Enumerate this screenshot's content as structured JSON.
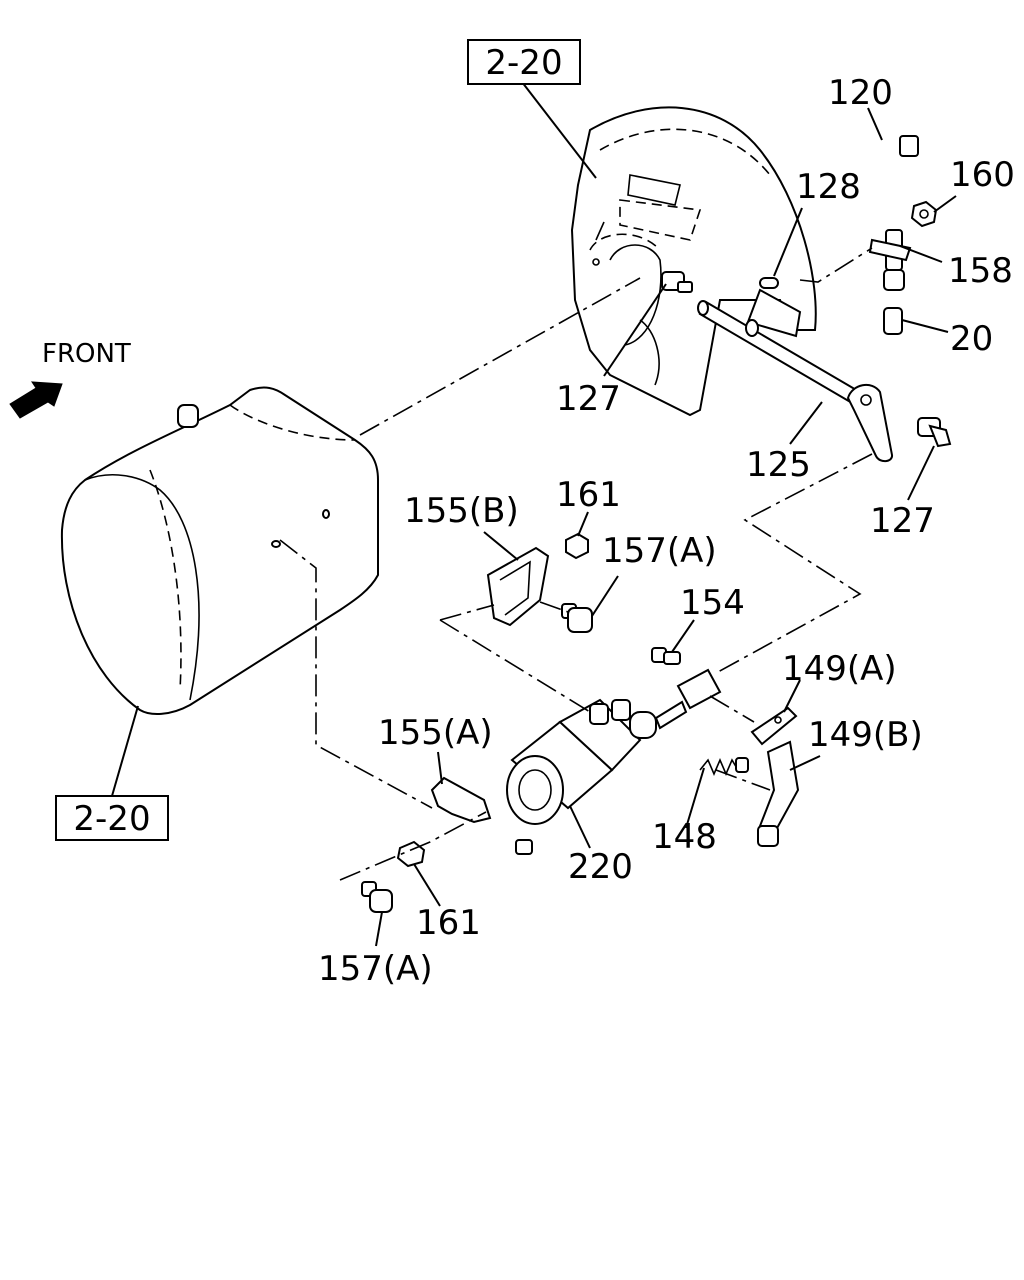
{
  "front_label": "FRONT",
  "ref_boxes": {
    "top": "2-20",
    "bottom": "2-20"
  },
  "callouts": {
    "c120": "120",
    "c160": "160",
    "c128": "128",
    "c158": "158",
    "c20": "20",
    "c127_upper": "127",
    "c125": "125",
    "c127_right": "127",
    "c161_upper": "161",
    "c155b": "155(B)",
    "c157a_upper": "157(A)",
    "c154": "154",
    "c149a": "149(A)",
    "c155a": "155(A)",
    "c149b": "149(B)",
    "c148": "148",
    "c220": "220",
    "c161_lower": "161",
    "c157a_lower": "157(A)"
  }
}
